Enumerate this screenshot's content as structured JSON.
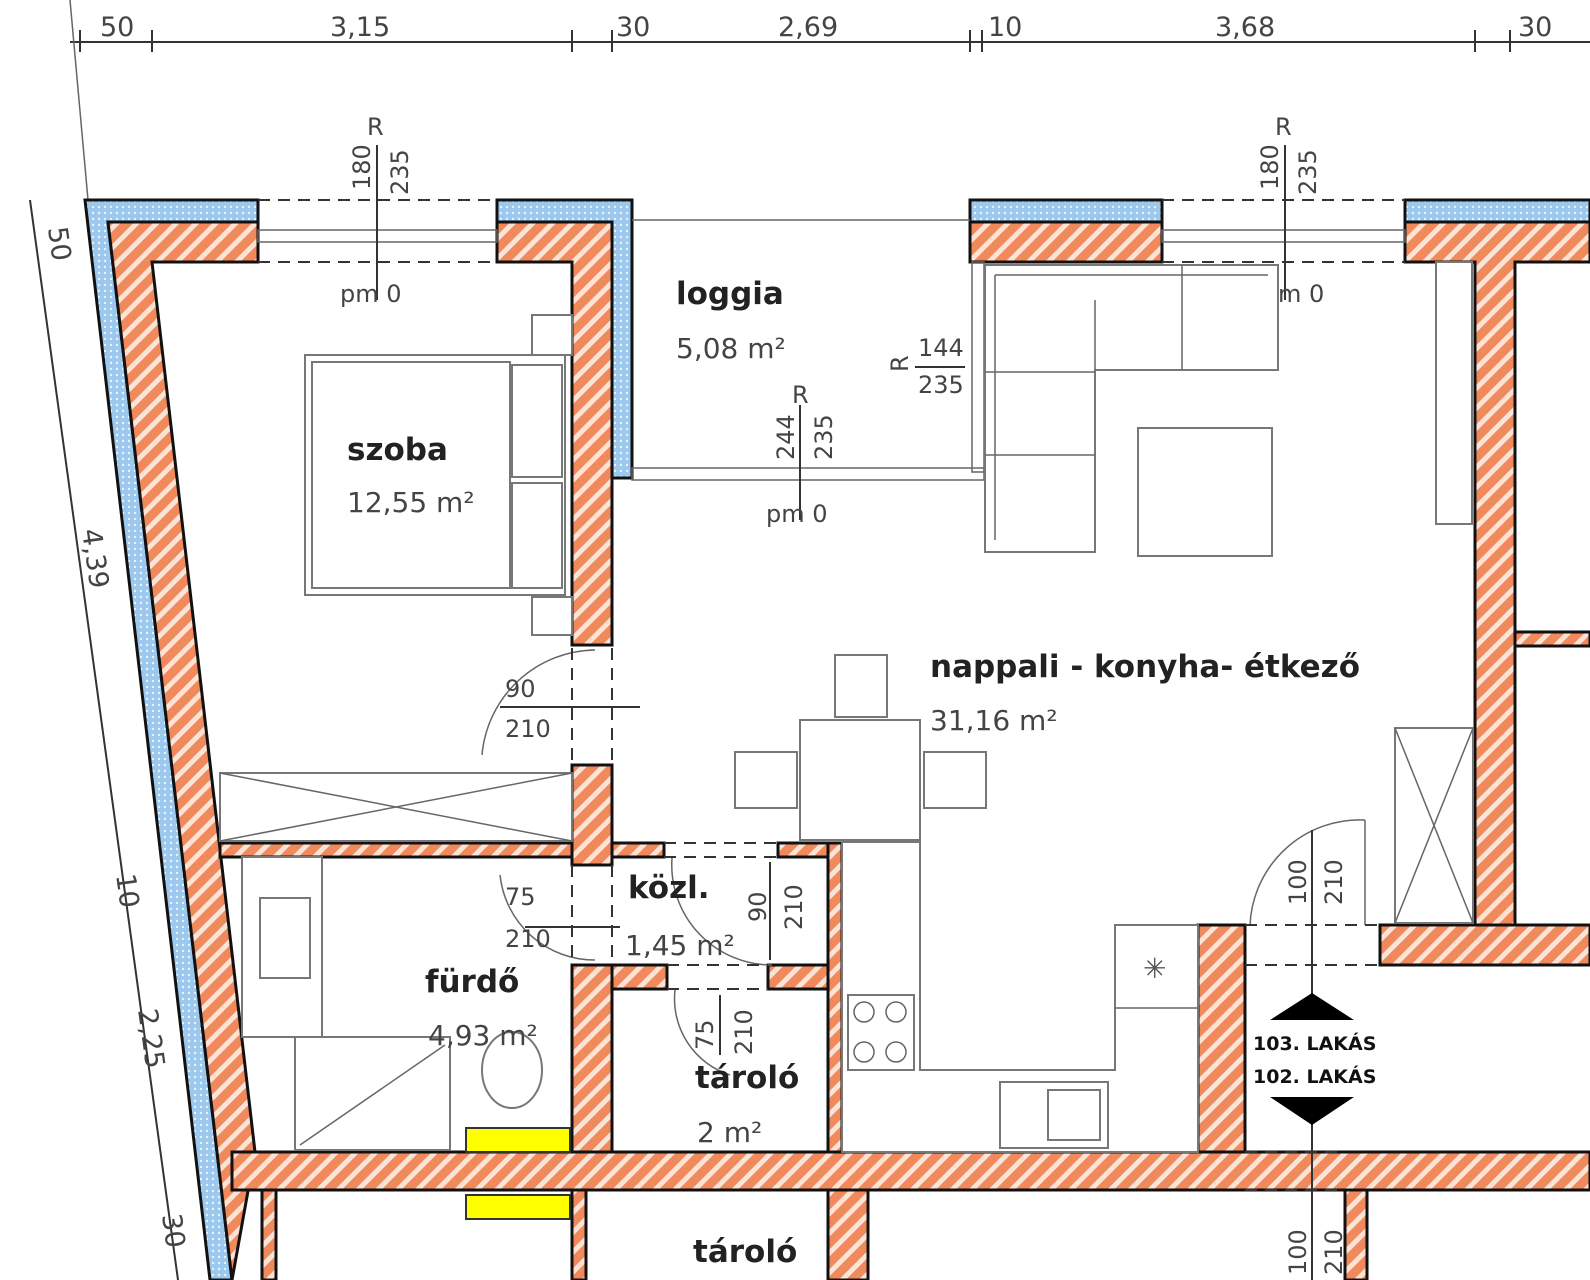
{
  "colors": {
    "wall_hatch": "#f08a5d",
    "insulation": "#9cc8ee",
    "apartment_marker": "#000000",
    "shaft": "#ffff00"
  },
  "dimensions_top": [
    "50",
    "3,15",
    "30",
    "2,69",
    "10",
    "3,68",
    "30"
  ],
  "dimensions_left": [
    "50",
    "4,39",
    "10",
    "2,25",
    "30"
  ],
  "rooms": {
    "szoba": {
      "name": "szoba",
      "area": "12,55 m²"
    },
    "loggia": {
      "name": "loggia",
      "area": "5,08 m²"
    },
    "nappali": {
      "name": "nappali - konyha- étkező",
      "area": "31,16 m²"
    },
    "kozl": {
      "name": "közl.",
      "area": "1,45 m²"
    },
    "furdo": {
      "name": "fürdő",
      "area": "4,93 m²"
    },
    "tarolo": {
      "name": "tároló",
      "area": "2 m²"
    },
    "tarolo_lower": {
      "name": "tároló"
    }
  },
  "windows": {
    "w1": {
      "type": "R",
      "sill": "180",
      "height": "235",
      "level": "pm 0"
    },
    "w2": {
      "type": "R",
      "sill": "180",
      "height": "235",
      "level": "m 0"
    },
    "loggia_door": {
      "type": "R",
      "width": "244",
      "height": "235",
      "level": "pm 0"
    },
    "side_door": {
      "type": "R",
      "width": "144",
      "height": "235"
    }
  },
  "doors": {
    "szoba": {
      "width": "90",
      "height": "210"
    },
    "furdo": {
      "width": "75",
      "height": "210"
    },
    "kozl": {
      "width": "90",
      "height": "210"
    },
    "tarolo": {
      "width": "75",
      "height": "210"
    },
    "entry": {
      "width": "100",
      "height": "210"
    },
    "entry_lower": {
      "width": "100",
      "height": "210"
    }
  },
  "apartments": {
    "upper": "103. LAKÁS",
    "lower": "102. LAKÁS"
  }
}
